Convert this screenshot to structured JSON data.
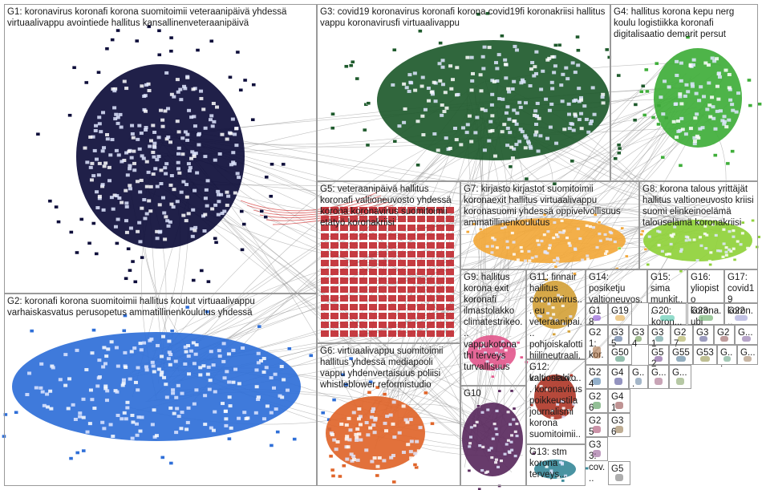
{
  "groups": [
    {
      "id": "G1",
      "text": "G1: koronavirus koronafi korona suomitoimii veteraanipäivä yhdessä virtuaalivappu avointiede hallitus kansallinenveteraanipäivä",
      "color": "#0d0d3a"
    },
    {
      "id": "G2",
      "text": "G2: koronafi korona suomitoimii hallitus koulut virtuaalivappu varhaiskasvatus perusopetus ammatillinenkoulutus yhdessä",
      "color": "#2f6fd8"
    },
    {
      "id": "G3",
      "text": "G3: covid19 koronavirus koronafi korona covid19fi koronakriisi hallitus vappu koronavirusfi virtuaalivappu",
      "color": "#1e5a2c"
    },
    {
      "id": "G4",
      "text": "G4: hallitus korona kepu nerg koulu logistiikka koronafi digitalisaatio demarit persut",
      "color": "#3fae3a"
    },
    {
      "id": "G5",
      "text": "G5: veteraanipäivä hallitus koronafi valtioneuvosto yhdessä korona koronavirus suomitoimii etätyö koronakriisi",
      "color": "#c0272d"
    },
    {
      "id": "G6",
      "text": "G6: virtuaalivappu suomitoimii hallitus yhdessä mediapooli vappu yhdenvertaisuus poliisi whistleblower reformistudio",
      "color": "#e0652a"
    },
    {
      "id": "G7",
      "text": "G7: kirjasto kirjastot suomitoimii koronaexit hallitus virtuaalivappu koronasuomi yhdessä oppivelvollisuus ammatillinenkoulutus",
      "color": "#f2a83a"
    },
    {
      "id": "G8",
      "text": "G8: korona talous yrittäjät hallitus valtioneuvosto kriisi suomi elinkeinoelämä talouselämä koronakriisi",
      "color": "#8fd13a"
    },
    {
      "id": "G9",
      "text": "G9: hallitus korona exit koronafi ilmastolakko climatestrikeo... vappukotona thl terveys turvallisuus",
      "color": "#e35a8e"
    },
    {
      "id": "G10",
      "text": "G10",
      "color": "#5a2a5e"
    },
    {
      "id": "G11",
      "text": "G11: finnair hallitus coronavirus... eu veteraanipai... pohjoiskalotti hiilineutraali... kaivoslaki...",
      "color": "#d4a23a"
    },
    {
      "id": "G12",
      "text": "G12: valtioneuvo... koronavirus poikkeustila journalismi korona suomitoimii...",
      "color": "#b03a2a"
    },
    {
      "id": "G13",
      "text": "G13: stm korona terveys...",
      "color": "#3a8a9a"
    },
    {
      "id": "G14",
      "text": "G14: posiketju valtioneuvos...",
      "color": "#2a6ad0"
    },
    {
      "id": "G15",
      "text": "G15: sima munkit...",
      "color": "#6a3aa0"
    },
    {
      "id": "G16",
      "text": "G16: yliopisto korona...",
      "color": "#d03a7a"
    },
    {
      "id": "G17",
      "text": "G17: covid19 koron...",
      "color": "#c0c03a"
    },
    {
      "id": "G18",
      "text": "G18",
      "color": "#7a3ad0"
    },
    {
      "id": "G19",
      "text": "G19",
      "color": "#e0a030"
    },
    {
      "id": "G20",
      "text": "G20: koron...",
      "color": "#3ac0a0"
    },
    {
      "id": "G21",
      "text": "G21: kor...",
      "color": "#a06030"
    },
    {
      "id": "G22",
      "text": "G22",
      "color": "#9090d0"
    },
    {
      "id": "G23",
      "text": "G23: ubi",
      "color": "#50a050"
    },
    {
      "id": "G24",
      "text": "G24",
      "color": "#3a70a0"
    },
    {
      "id": "G25",
      "text": "G25",
      "color": "#a03a60"
    },
    {
      "id": "G26",
      "text": "G26",
      "color": "#3a8a40"
    },
    {
      "id": "G27",
      "text": "G27",
      "color": "#a0a040"
    },
    {
      "id": "G3x",
      "text": "G3",
      "color": "#4a4a8a"
    },
    {
      "id": "G2x",
      "text": "G2",
      "color": "#8a4a4a"
    },
    {
      "id": "G31",
      "text": "G31",
      "color": "#4a8a8a"
    },
    {
      "id": "G33",
      "text": "G33: cov...",
      "color": "#8a4a8a"
    },
    {
      "id": "G34",
      "text": "G34",
      "color": "#5a8a3a"
    },
    {
      "id": "G35",
      "text": "G35",
      "color": "#3a5a8a"
    },
    {
      "id": "G36",
      "text": "G36",
      "color": "#8a6a3a"
    },
    {
      "id": "G4x",
      "text": "G4",
      "color": "#3a3a8a"
    },
    {
      "id": "G41",
      "text": "G41",
      "color": "#8a3a3a"
    },
    {
      "id": "G50",
      "text": "G50",
      "color": "#3a8a6a"
    },
    {
      "id": "G52",
      "text": "G52",
      "color": "#6a3a8a"
    },
    {
      "id": "G53",
      "text": "G53",
      "color": "#8a8a3a"
    },
    {
      "id": "G55",
      "text": "G55",
      "color": "#3a6a8a"
    },
    {
      "id": "G5x",
      "text": "G5",
      "color": "#6a6a6a"
    },
    {
      "id": "Gs1",
      "text": "G...",
      "color": "#7a5a9a"
    },
    {
      "id": "Gs2",
      "text": "G...",
      "color": "#5a9a7a"
    },
    {
      "id": "Gs3",
      "text": "G...",
      "color": "#9a7a5a"
    },
    {
      "id": "Gs4",
      "text": "G...",
      "color": "#5a7a9a"
    },
    {
      "id": "Gs5",
      "text": "G...",
      "color": "#9a5a7a"
    },
    {
      "id": "Gs6",
      "text": "G...",
      "color": "#7a9a5a"
    }
  ]
}
